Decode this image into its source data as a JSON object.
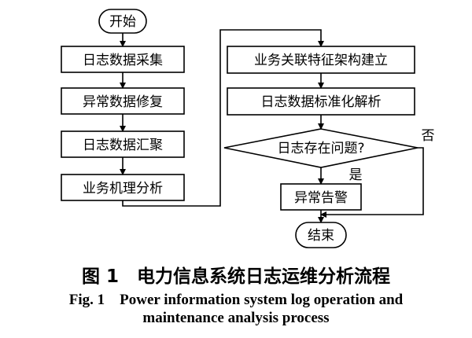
{
  "diagram": {
    "start": "开始",
    "end": "结束",
    "left_steps": [
      "日志数据采集",
      "异常数据修复",
      "日志数据汇聚",
      "业务机理分析"
    ],
    "right_steps": [
      "业务关联特征架构建立",
      "日志数据标准化解析"
    ],
    "decision": "日志存在问题?",
    "yes_label": "是",
    "no_label": "否",
    "alarm": "异常告警"
  },
  "caption": {
    "chinese": "图 1　电力信息系统日志运维分析流程",
    "english_line1": "Fig. 1　Power information system log operation and",
    "english_line2": "maintenance analysis process"
  }
}
